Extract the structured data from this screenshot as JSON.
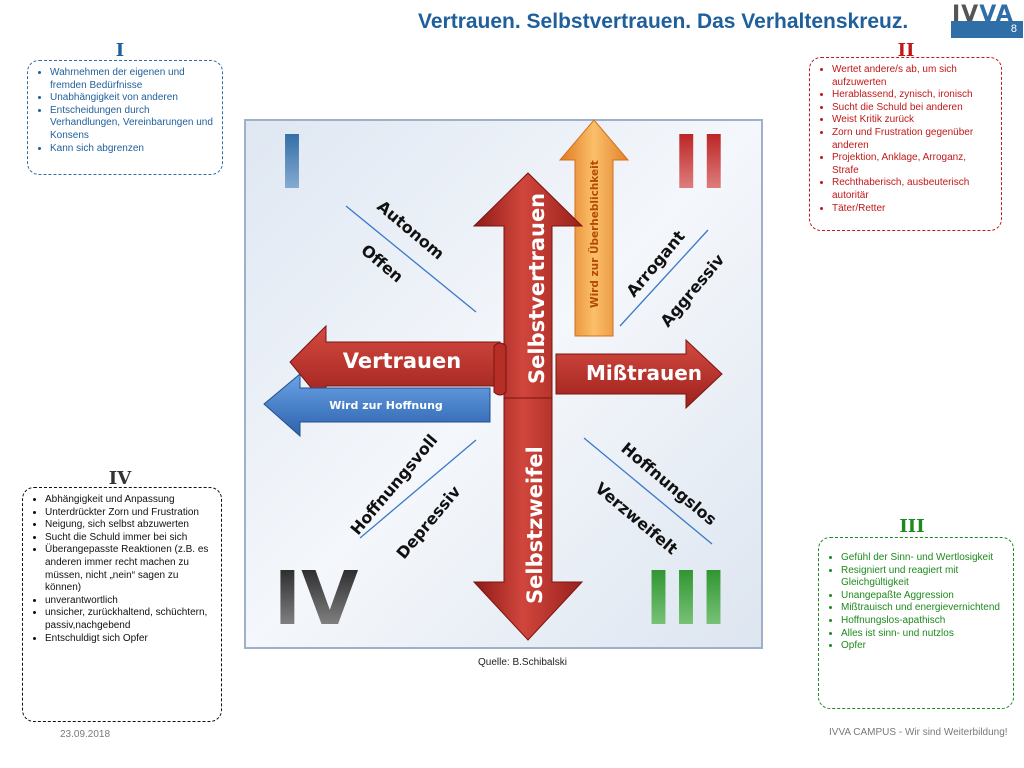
{
  "header": {
    "title": "Vertrauen. Selbstvertrauen. Das Verhaltenskreuz.",
    "logo_text": "IVVA",
    "page_number": "8"
  },
  "colors": {
    "title": "#1f5f9b",
    "quadrant_I": "#1f5f9b",
    "quadrant_II": "#c01818",
    "quadrant_III": "#1e8a1e",
    "quadrant_IV": "#222222",
    "arrow_red": "#c0302a",
    "arrow_blue": "#3a78c8",
    "arrow_orange": "#f29433"
  },
  "boxes": {
    "I": {
      "label": "I",
      "items": [
        "Wahrnehmen der eigenen und fremden Bedürfnisse",
        "Unabhängigkeit von anderen",
        "Entscheidungen durch Verhandlungen, Vereinbarungen und Konsens",
        "Kann sich abgrenzen"
      ]
    },
    "II": {
      "label": "II",
      "items": [
        "Wertet andere/s ab, um sich aufzuwerten",
        "Herablassend, zynisch, ironisch",
        "Sucht die Schuld bei anderen",
        "Weist Kritik zurück",
        "Zorn und Frustration gegenüber anderen",
        "Projektion, Anklage, Arroganz, Strafe",
        "Rechthaberisch, ausbeuterisch autoritär",
        "Täter/Retter"
      ]
    },
    "III": {
      "label": "III",
      "items": [
        "Gefühl der Sinn- und Wertlosigkeit",
        "Resigniert und reagiert mit Gleichgültigkeit",
        "Unangepaßte Aggression",
        "Mißtrauisch und energievernichtend",
        "Hoffnungslos-apathisch",
        "Alles ist sinn- und nutzlos",
        "Opfer"
      ]
    },
    "IV": {
      "label": "IV",
      "items": [
        "Abhängigkeit und Anpassung",
        "Unterdrückter Zorn und Frustration",
        "Neigung, sich selbst abzuwerten",
        "Sucht die Schuld immer bei sich",
        "Überangepasste Reaktionen (z.B. es anderen immer recht machen zu müssen, nicht „nein“ sagen zu    können)",
        "unverantwortlich",
        "unsicher, zurückhaltend, schüchtern, passiv,nachgebend",
        "Entschuldigt sich Opfer"
      ]
    }
  },
  "diagram": {
    "big_numerals": {
      "I": "I",
      "II": "II",
      "III": "III",
      "IV": "IV"
    },
    "arrows": {
      "left": "Vertrauen",
      "right": "Mißtrauen",
      "up": "Selbstvertrauen",
      "down": "Selbstzweifel",
      "hope": "Wird zur Hoffnung",
      "arrogance": "Wird zur Überheblichkeit"
    },
    "diagonal_labels": {
      "q1_a": "Autonom",
      "q1_b": "Offen",
      "q2_a": "Arrogant",
      "q2_b": "Aggressiv",
      "q3_a": "Hoffnungslos",
      "q3_b": "Verzweifelt",
      "q4_a": "Hoffnungsvoll",
      "q4_b": "Depressiv"
    }
  },
  "source": "Quelle: B.Schibalski",
  "footer": {
    "date": "23.09.2018",
    "brand": "IVVA CAMPUS - Wir sind Weiterbildung!"
  }
}
